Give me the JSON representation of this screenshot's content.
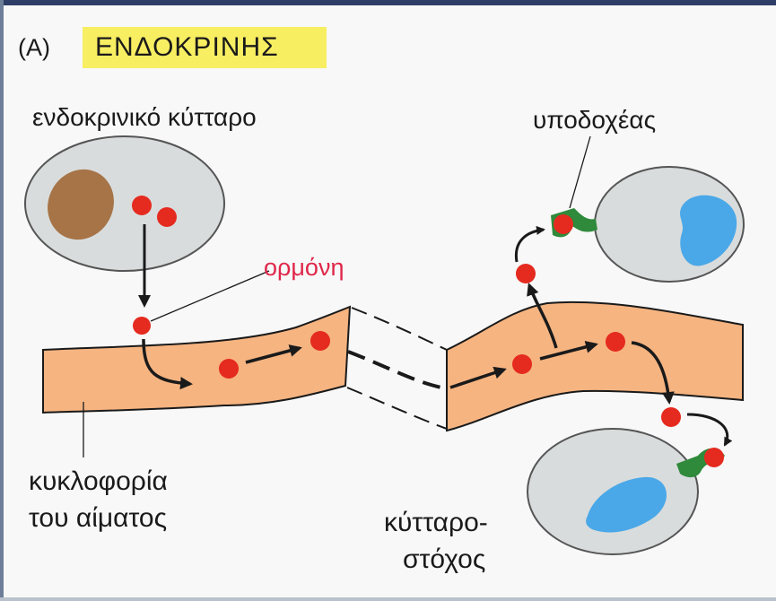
{
  "panel_letter": "(A)",
  "title": "ΕΝΔΟΚΡΙΝΗΣ",
  "labels": {
    "endocrine_cell": "ενδοκρινικό κύτταρο",
    "receptor": "υποδοχέας",
    "hormone": "ορμόνη",
    "bloodstream_line1": "κυκλοφορία",
    "bloodstream_line2": "του αίματος",
    "target_cell_line1": "κύτταρο-",
    "target_cell_line2": "στόχος"
  },
  "colors": {
    "title_highlight": "#f8ee62",
    "hormone_label": "#e0264a",
    "blood_vessel": "#f6b481",
    "hormone": "#e52a1f",
    "receptor": "#2f8a3b",
    "endocrine_nucleus": "#a67447",
    "target_nucleus": "#4aa8e8",
    "cell_fill": "#d9dcdc"
  }
}
